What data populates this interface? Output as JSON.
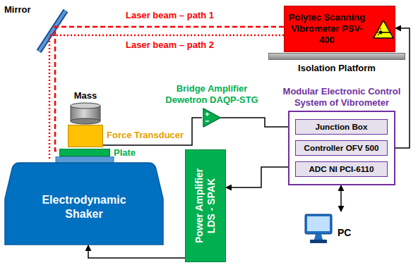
{
  "diagram": {
    "nodes": [
      {
        "text": [
          "Polytec Scanning Vibrometer PSV-400"
        ]
      },
      {
        "text": [
          "Isolation Platform"
        ]
      },
      {
        "text": [
          "Mass"
        ]
      },
      {
        "text": [
          "Bridge Amplifier Dewetron DAQP-STG"
        ]
      },
      {
        "text": [
          "Force Transducer"
        ]
      },
      {
        "text": [
          "Modular Electronic Control System of Vibrometer"
        ]
      },
      {
        "text": [
          "Junction Box"
        ],
        "in": 5
      },
      {
        "text": [
          "Controller OFV 500"
        ],
        "in": 5
      },
      {
        "text": [
          "ADC NI PCI-6110"
        ],
        "in": 5
      },
      {
        "text": [
          "Plate"
        ]
      },
      {
        "text": [
          "Electrodynamic Shaker"
        ]
      },
      {
        "text": [
          "Power Amplifier",
          "LDS - SPAK"
        ]
      },
      {
        "text": [
          "PC"
        ]
      }
    ],
    "edges": [
      {
        "from": 4,
        "to": 3,
        "arrow": "none"
      },
      {
        "from": 3,
        "to": 6,
        "arrow": "to"
      },
      {
        "from": 7,
        "to": 0,
        "arrow": "to"
      },
      {
        "from": 5,
        "to": 11,
        "arrow": "to"
      },
      {
        "from": 11,
        "to": 10,
        "arrow": "to"
      },
      {
        "from": 5,
        "to": 12,
        "arrow": "both"
      }
    ],
    "labels": [
      "Mirror",
      "Laser beam – path 1",
      "Laser beam – path 2"
    ]
  }
}
